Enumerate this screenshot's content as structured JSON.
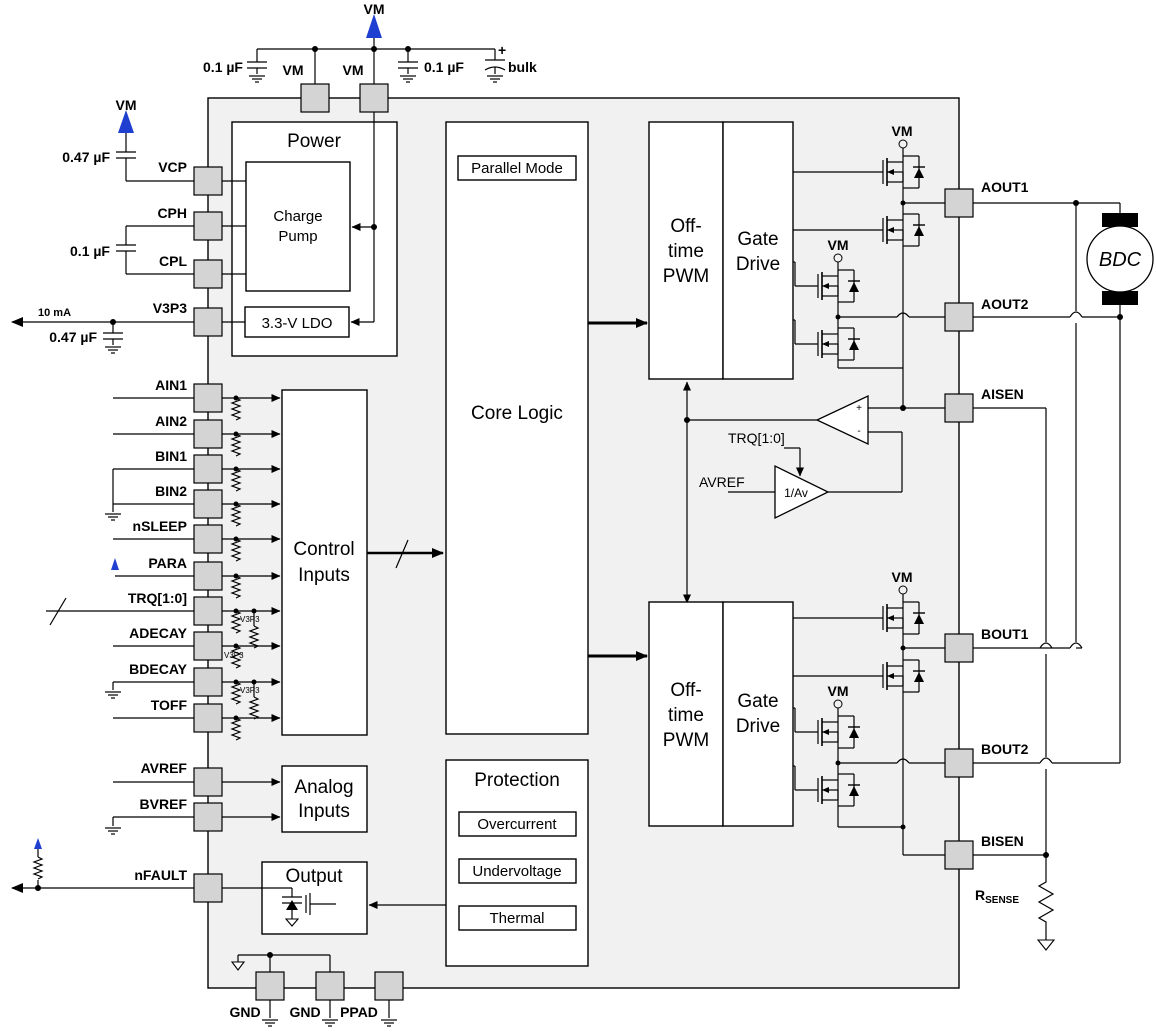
{
  "pins_left": {
    "vcp": "VCP",
    "cph": "CPH",
    "cpl": "CPL",
    "v3p3": "V3P3",
    "ain1": "AIN1",
    "ain2": "AIN2",
    "bin1": "BIN1",
    "bin2": "BIN2",
    "nsleep": "nSLEEP",
    "para": "PARA",
    "trq": "TRQ[1:0]",
    "adecay": "ADECAY",
    "bdecay": "BDECAY",
    "toff": "TOFF",
    "avref": "AVREF",
    "bvref": "BVREF",
    "nfault": "nFAULT"
  },
  "pins_right": {
    "aout1": "AOUT1",
    "aout2": "AOUT2",
    "aisen": "AISEN",
    "bout1": "BOUT1",
    "bout2": "BOUT2",
    "bisen": "BISEN"
  },
  "pins_top": {
    "vm_a": "VM",
    "vm_b": "VM"
  },
  "pins_bottom": {
    "gnd_a": "GND",
    "gnd_b": "GND",
    "ppad": "PPAD"
  },
  "external": {
    "vm_supply": "VM",
    "cap_top_left": "0.1 µF",
    "cap_top_right": "0.1 µF",
    "bulk": "bulk",
    "bulk_plus": "+",
    "vcp_vm": "VM",
    "cap_vcp": "0.47 µF",
    "cap_cp": "0.1 µF",
    "ldo_current": "10 mA",
    "cap_v3p3": "0.47 µF",
    "motor": "BDC",
    "rsense_main": "R",
    "rsense_sub": "SENSE"
  },
  "blocks": {
    "power": "Power",
    "charge_pump_1": "Charge",
    "charge_pump_2": "Pump",
    "ldo": "3.3-V LDO",
    "control_1": "Control",
    "control_2": "Inputs",
    "analog_1": "Analog",
    "analog_2": "Inputs",
    "output": "Output",
    "parallel": "Parallel Mode",
    "core": "Core Logic",
    "protection": "Protection",
    "overcurrent": "Overcurrent",
    "undervoltage": "Undervoltage",
    "thermal": "Thermal",
    "offtime_1": "Off-",
    "offtime_2": "time",
    "offtime_3": "PWM",
    "gate_1": "Gate",
    "gate_2": "Drive"
  },
  "internal": {
    "vm_a_hi": "VM",
    "vm_a_lo": "VM",
    "vm_b_hi": "VM",
    "vm_b_lo": "VM",
    "trq": "TRQ[1:0]",
    "avref": "AVREF",
    "amp": "1/Av",
    "plus": "+",
    "minus": "-",
    "v3p3_a": "V3P3",
    "v3p3_b": "V3P3",
    "v3p3_c": "V3P3"
  }
}
